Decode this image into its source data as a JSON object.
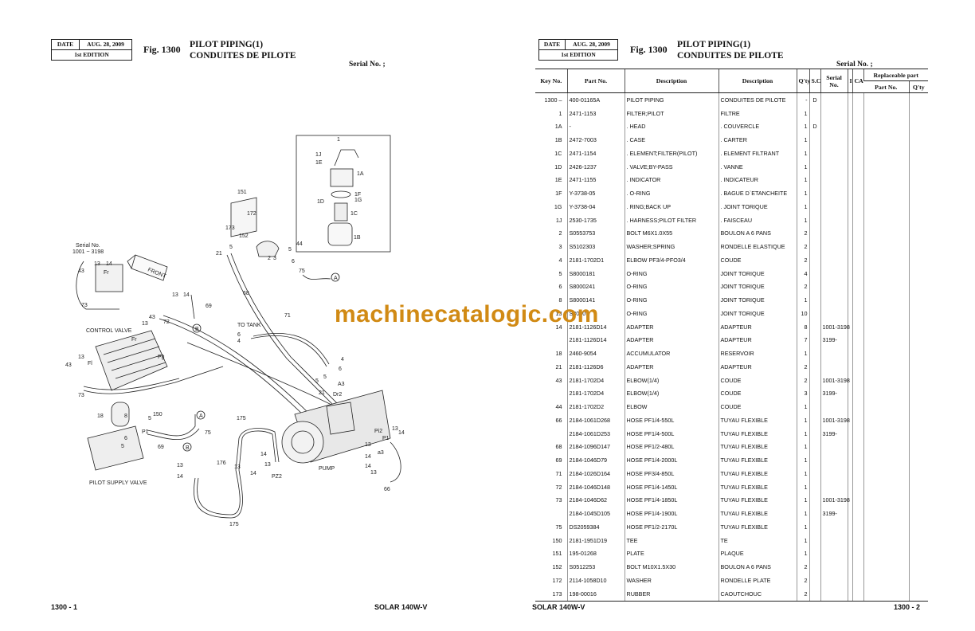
{
  "left_page": {
    "date_label": "DATE",
    "date_value": "AUG. 28, 2009",
    "edition": "1st EDITION",
    "fig_label": "Fig. 1300",
    "title_en": "PILOT PIPING(1)",
    "title_fr": "CONDUITES DE PILOTE",
    "serial_label": "Serial No. ;",
    "page_number": "1300 - 1",
    "model": "SOLAR 140W-V"
  },
  "right_page": {
    "date_label": "DATE",
    "date_value": "AUG. 28, 2009",
    "edition": "1st EDITION",
    "fig_label": "Fig. 1300",
    "title_en": "PILOT PIPING(1)",
    "title_fr": "CONDUITES DE PILOTE",
    "serial_label": "Serial No. ;",
    "page_number": "1300 - 2",
    "model": "SOLAR 140W-V"
  },
  "diagram_labels": {
    "serial_note_1": "Serial No.",
    "serial_note_2": "1001 ~ 3198",
    "front": "FRONT",
    "control_valve": "CONTROL VALVE",
    "to_tank": "TO  TANK",
    "pilot_supply_valve": "PILOT SUPPLY VALVE",
    "pump": "PUMP",
    "fr": "Fr",
    "pg": "Pg",
    "fl": "Fl",
    "p1": "P1",
    "pz2": "PZ2",
    "pi2": "Pi2",
    "a3": "a3",
    "dr2": "Dr2",
    "a3b": "A3",
    "p1b": "P1",
    "callout_a": "A",
    "callout_b": "B"
  },
  "watermark": "machinecatalogic.com",
  "parts_table": {
    "headers": {
      "key_no": "Key No.",
      "part_no": "Part No.",
      "desc_en": "Description",
      "desc_fr": "Description",
      "qty": "Q'ty",
      "sc": "S.C",
      "serial_no": "Serial No.",
      "ic": "I",
      "ca": "CA",
      "replaceable": "Replaceable part",
      "rep_part_no": "Part No.",
      "rep_qty": "Q'ty"
    },
    "rows": [
      {
        "key": "1300 –",
        "part": "400-01165A",
        "en": "PILOT PIPING",
        "fr": "CONDUITES DE PILOTE",
        "qty": "-",
        "sc": "D",
        "serial": ""
      },
      {
        "key": "1",
        "part": "2471-1153",
        "en": "FILTER;PILOT",
        "fr": "FILTRE",
        "qty": "1",
        "sc": "",
        "serial": ""
      },
      {
        "key": "1A",
        "part": "-",
        "en": ". HEAD",
        "fr": ". COUVERCLE",
        "qty": "1",
        "sc": "D",
        "serial": ""
      },
      {
        "key": "1B",
        "part": "2472-7003",
        "en": ". CASE",
        "fr": ". CARTER",
        "qty": "1",
        "sc": "",
        "serial": ""
      },
      {
        "key": "1C",
        "part": "2471-1154",
        "en": ". ELEMENT;FILTER(PILOT)",
        "fr": ". ELEMENT FILTRANT",
        "qty": "1",
        "sc": "",
        "serial": ""
      },
      {
        "key": "1D",
        "part": "2426-1237",
        "en": ". VALVE;BY-PASS",
        "fr": ". VANNE",
        "qty": "1",
        "sc": "",
        "serial": ""
      },
      {
        "key": "1E",
        "part": "2471-1155",
        "en": ". INDICATOR",
        "fr": ". INDICATEUR",
        "qty": "1",
        "sc": "",
        "serial": ""
      },
      {
        "key": "1F",
        "part": "Y-3738-05",
        "en": ". O-RING",
        "fr": ". BAGUE D`ETANCHEITE",
        "qty": "1",
        "sc": "",
        "serial": ""
      },
      {
        "key": "1G",
        "part": "Y-3738-04",
        "en": ". RING;BACK UP",
        "fr": ". JOINT TORIQUE",
        "qty": "1",
        "sc": "",
        "serial": ""
      },
      {
        "key": "1J",
        "part": "2530-1735",
        "en": ". HARNESS;PILOT FILTER",
        "fr": ". FAISCEAU",
        "qty": "1",
        "sc": "",
        "serial": ""
      },
      {
        "key": "2",
        "part": "S0553753",
        "en": "BOLT M6X1.0X55",
        "fr": "BOULON A 6 PANS",
        "qty": "2",
        "sc": "",
        "serial": ""
      },
      {
        "key": "3",
        "part": "S5102303",
        "en": "WASHER;SPRING",
        "fr": "RONDELLE ELASTIQUE",
        "qty": "2",
        "sc": "",
        "serial": ""
      },
      {
        "key": "4",
        "part": "2181-1702D1",
        "en": "ELBOW PF3/4-PFO3/4",
        "fr": "COUDE",
        "qty": "2",
        "sc": "",
        "serial": ""
      },
      {
        "key": "5",
        "part": "S8000181",
        "en": "O-RING",
        "fr": "JOINT TORIQUE",
        "qty": "4",
        "sc": "",
        "serial": ""
      },
      {
        "key": "6",
        "part": "S8000241",
        "en": "O-RING",
        "fr": "JOINT TORIQUE",
        "qty": "2",
        "sc": "",
        "serial": ""
      },
      {
        "key": "8",
        "part": "S8000141",
        "en": "O-RING",
        "fr": "JOINT TORIQUE",
        "qty": "1",
        "sc": "",
        "serial": ""
      },
      {
        "key": "13",
        "part": "S8000",
        "en": "O-RING",
        "fr": "JOINT TORIQUE",
        "qty": "10",
        "sc": "",
        "serial": ""
      },
      {
        "key": "14",
        "part": "2181-1126D14",
        "en": "ADAPTER",
        "fr": "ADAPTEUR",
        "qty": "8",
        "sc": "",
        "serial": "1001-3198"
      },
      {
        "key": "",
        "part": "2181-1126D14",
        "en": "ADAPTER",
        "fr": "ADAPTEUR",
        "qty": "7",
        "sc": "",
        "serial": "3199-"
      },
      {
        "key": "18",
        "part": "2460-9054",
        "en": "ACCUMULATOR",
        "fr": "RESERVOIR",
        "qty": "1",
        "sc": "",
        "serial": ""
      },
      {
        "key": "21",
        "part": "2181-1126D6",
        "en": "ADAPTER",
        "fr": "ADAPTEUR",
        "qty": "2",
        "sc": "",
        "serial": ""
      },
      {
        "key": "43",
        "part": "2181-1702D4",
        "en": "ELBOW(1/4)",
        "fr": "COUDE",
        "qty": "2",
        "sc": "",
        "serial": "1001-3198"
      },
      {
        "key": "",
        "part": "2181-1702D4",
        "en": "ELBOW(1/4)",
        "fr": "COUDE",
        "qty": "3",
        "sc": "",
        "serial": "3199-"
      },
      {
        "key": "44",
        "part": "2181-1702D2",
        "en": "ELBOW",
        "fr": "COUDE",
        "qty": "1",
        "sc": "",
        "serial": ""
      },
      {
        "key": "66",
        "part": "2184-1061D268",
        "en": "HOSE PF1/4-550L",
        "fr": "TUYAU FLEXIBLE",
        "qty": "1",
        "sc": "",
        "serial": "1001-3198"
      },
      {
        "key": "",
        "part": "2184-1061D253",
        "en": "HOSE PF1/4-500L",
        "fr": "TUYAU FLEXIBLE",
        "qty": "1",
        "sc": "",
        "serial": "3199-"
      },
      {
        "key": "68",
        "part": "2184-1096D147",
        "en": "HOSE PF1/2-480L",
        "fr": "TUYAU FLEXIBLE",
        "qty": "1",
        "sc": "",
        "serial": ""
      },
      {
        "key": "69",
        "part": "2184-1046D79",
        "en": "HOSE PF1/4-2000L",
        "fr": "TUYAU FLEXIBLE",
        "qty": "1",
        "sc": "",
        "serial": ""
      },
      {
        "key": "71",
        "part": "2184-1026D164",
        "en": "HOSE PF3/4-850L",
        "fr": "TUYAU FLEXIBLE",
        "qty": "1",
        "sc": "",
        "serial": ""
      },
      {
        "key": "72",
        "part": "2184-1046D148",
        "en": "HOSE PF1/4-1450L",
        "fr": "TUYAU FLEXIBLE",
        "qty": "1",
        "sc": "",
        "serial": ""
      },
      {
        "key": "73",
        "part": "2184-1046D62",
        "en": "HOSE PF1/4-1850L",
        "fr": "TUYAU FLEXIBLE",
        "qty": "1",
        "sc": "",
        "serial": "1001-3198"
      },
      {
        "key": "",
        "part": "2184-1045D105",
        "en": "HOSE PF1/4-1900L",
        "fr": "TUYAU FLEXIBLE",
        "qty": "1",
        "sc": "",
        "serial": "3199-"
      },
      {
        "key": "75",
        "part": "DS2059384",
        "en": "HOSE PF1/2-2170L",
        "fr": "TUYAU FLEXIBLE",
        "qty": "1",
        "sc": "",
        "serial": ""
      },
      {
        "key": "150",
        "part": "2181-1951D19",
        "en": "TEE",
        "fr": "TE",
        "qty": "1",
        "sc": "",
        "serial": ""
      },
      {
        "key": "151",
        "part": "195-01268",
        "en": "PLATE",
        "fr": "PLAQUE",
        "qty": "1",
        "sc": "",
        "serial": ""
      },
      {
        "key": "152",
        "part": "S0512253",
        "en": "BOLT M10X1.5X30",
        "fr": "BOULON A 6 PANS",
        "qty": "2",
        "sc": "",
        "serial": ""
      },
      {
        "key": "172",
        "part": "2114-1058D10",
        "en": "WASHER",
        "fr": "RONDELLE PLATE",
        "qty": "2",
        "sc": "",
        "serial": ""
      },
      {
        "key": "173",
        "part": "198-00016",
        "en": "RUBBER",
        "fr": "CAOUTCHOUC",
        "qty": "2",
        "sc": "",
        "serial": ""
      }
    ]
  }
}
